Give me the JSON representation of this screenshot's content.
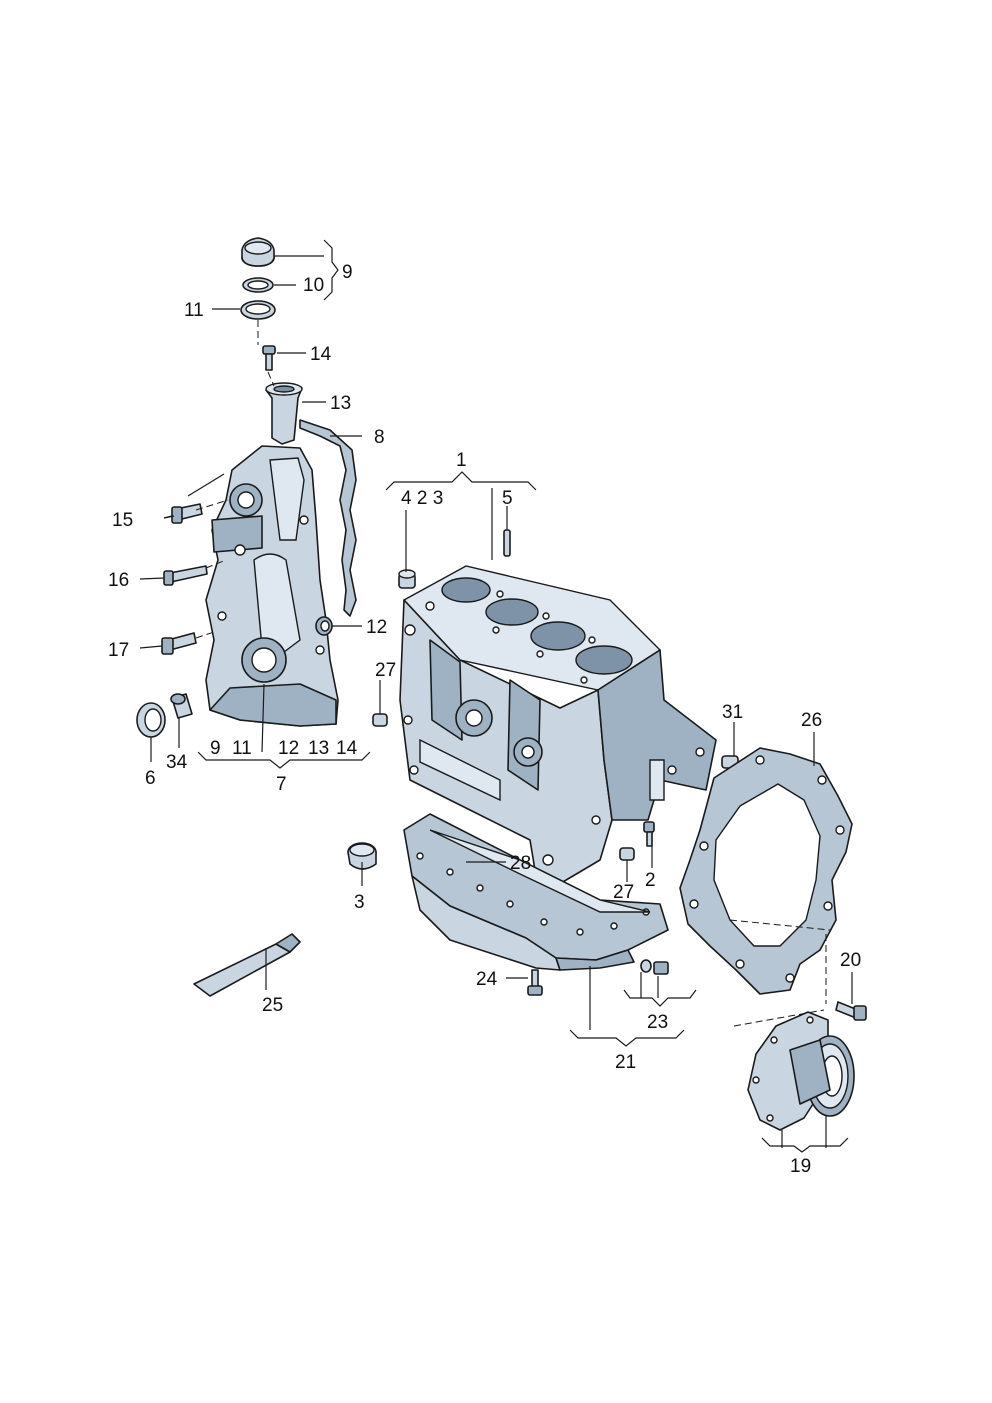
{
  "callouts": {
    "c1": "1",
    "c2": "2",
    "c3": "3",
    "c4": "4",
    "c5": "5",
    "c6": "6",
    "c7": "7",
    "c8": "8",
    "c9": "9",
    "c10": "10",
    "c11": "11",
    "c12": "12",
    "c13": "13",
    "c14": "14",
    "c15": "15",
    "c16": "16",
    "c17": "17",
    "c19": "19",
    "c20": "20",
    "c21": "21",
    "c23": "23",
    "c24": "24",
    "c25": "25",
    "c26": "26",
    "c27a": "27",
    "c27b": "27",
    "c28": "28",
    "c31": "31",
    "c34": "34",
    "c3b": "3",
    "c2b": "2"
  },
  "group_lists": {
    "block_sub": "4 2 3",
    "cover_sub_a": "9",
    "cover_sub_b": "11",
    "cover_sub_c": "12",
    "cover_sub_d": "13",
    "cover_sub_e": "14"
  },
  "colors": {
    "metal": "#c9d6e2",
    "metal_shadow": "#9fb2c4",
    "outline": "#1a1a1a"
  }
}
